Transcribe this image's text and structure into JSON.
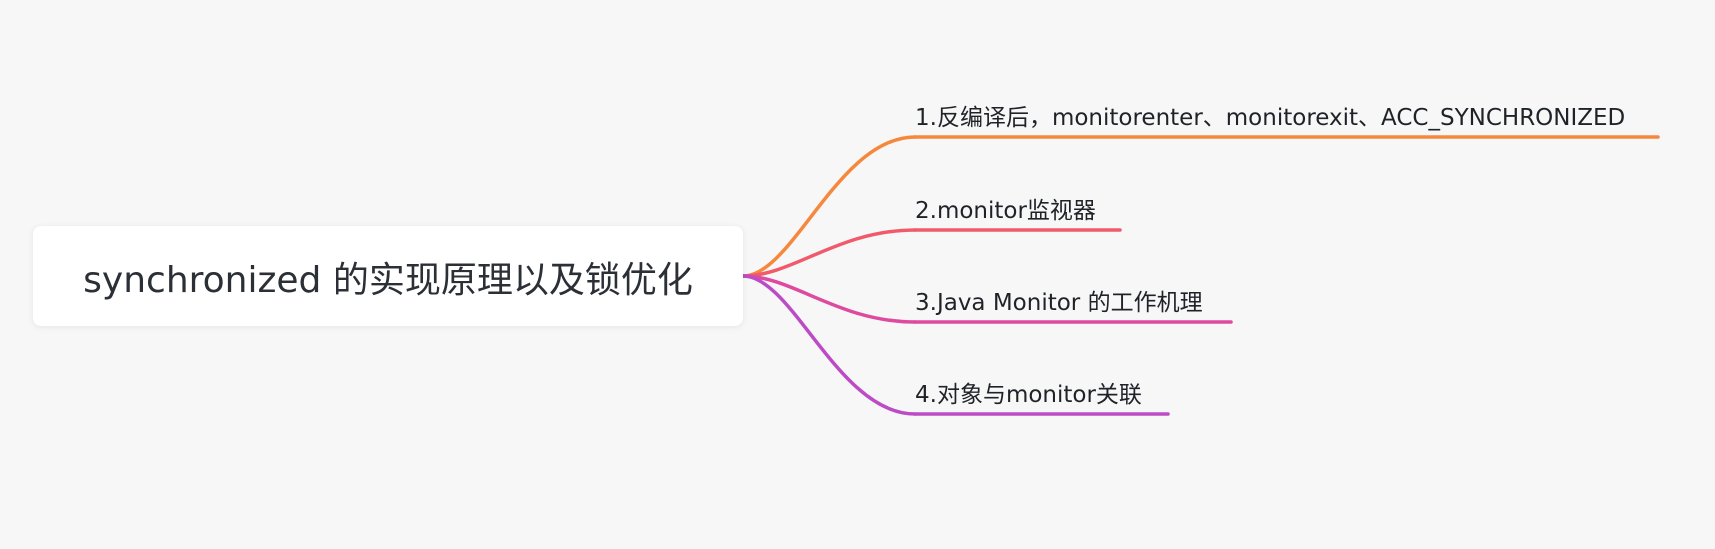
{
  "root": {
    "label": "synchronized 的实现原理以及锁优化"
  },
  "branches": [
    {
      "label": "1.反编译后，monitorenter、monitorexit、ACC_SYNCHRONIZED",
      "color": "#f5883d"
    },
    {
      "label": "2.monitor监视器",
      "color": "#f05a6b"
    },
    {
      "label": "3.Java Monitor 的工作机理",
      "color": "#dd4aa0"
    },
    {
      "label": "4.对象与monitor关联",
      "color": "#bb4cc6"
    }
  ]
}
